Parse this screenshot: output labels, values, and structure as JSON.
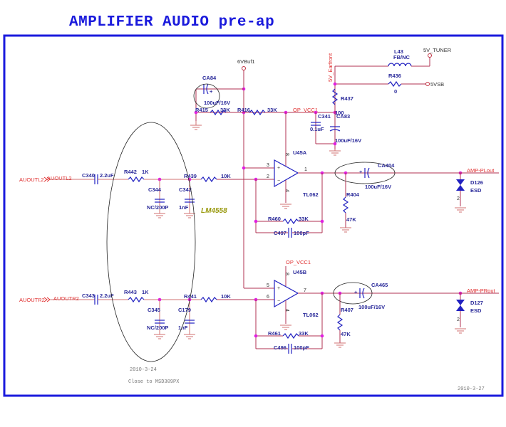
{
  "title": "AMPLIFIER AUDIO pre-ap",
  "power": {
    "v6": "6VBuf1",
    "v5tuner": "5V_TUNER",
    "v5sb": "5VSB",
    "v5earfront": "5V_Earfront",
    "opvcc": "OP_VCC1",
    "opvcc_b": "OP_VCC1"
  },
  "inputs": {
    "left_port": "AUOUTL2",
    "left_net": "AUOUTL2",
    "right_port": "AUOUTR2",
    "right_net": "AUOUTR2"
  },
  "outputs": {
    "left": "AMP-PLout",
    "right": "AMP-PRout"
  },
  "components": {
    "CA84": {
      "ref": "CA84",
      "value": "100uF/16V"
    },
    "R415": {
      "ref": "R415",
      "value": "33K"
    },
    "R416": {
      "ref": "R416",
      "value": "33K"
    },
    "L43": {
      "ref": "L43",
      "value": "FB/NC"
    },
    "R436": {
      "ref": "R436",
      "value": "0"
    },
    "R437": {
      "ref": "R437",
      "value": "100"
    },
    "C341": {
      "ref": "C341",
      "value": "0.1uF"
    },
    "CA83": {
      "ref": "CA83",
      "value": "100uF/16V"
    },
    "C340": {
      "ref": "C340",
      "value": "2.2uF"
    },
    "R442": {
      "ref": "R442",
      "value": "1K"
    },
    "C344": {
      "ref": "C344",
      "value": "NC/200P"
    },
    "R439": {
      "ref": "R439",
      "value": "10K"
    },
    "C342": {
      "ref": "C342",
      "value": "1nF"
    },
    "U45A": {
      "ref": "U45A",
      "value": "TL062"
    },
    "R460": {
      "ref": "R460",
      "value": "33K"
    },
    "C497": {
      "ref": "C497",
      "value": "100pF"
    },
    "CA404": {
      "ref": "CA404",
      "value": "100uF/16V"
    },
    "R404": {
      "ref": "R404",
      "value": "47K"
    },
    "D126": {
      "ref": "D126",
      "value": "ESD"
    },
    "C343": {
      "ref": "C343",
      "value": "2.2uF"
    },
    "R443": {
      "ref": "R443",
      "value": "1K"
    },
    "C345": {
      "ref": "C345",
      "value": "NC/200P"
    },
    "R441": {
      "ref": "R441",
      "value": "10K"
    },
    "C179": {
      "ref": "C179",
      "value": "1nF"
    },
    "U45B": {
      "ref": "U45B",
      "value": "TL062"
    },
    "R461": {
      "ref": "R461",
      "value": "33K"
    },
    "C496": {
      "ref": "C496",
      "value": "100pF"
    },
    "CA465": {
      "ref": "CA465",
      "value": "100uF/16V"
    },
    "R407": {
      "ref": "R407",
      "value": "47K"
    },
    "D127": {
      "ref": "D127",
      "value": "ESD"
    }
  },
  "pins": {
    "a_plus": "3",
    "a_minus": "2",
    "a_out": "1",
    "a_vcc": "8",
    "a_gnd": "4",
    "b_plus": "5",
    "b_minus": "6",
    "b_out": "7",
    "b_vcc": "8",
    "b_gnd": "4",
    "d_pin": "2"
  },
  "annotation": "LM4558",
  "notes": {
    "date1": "2010-3-24",
    "close_to": "Close to MSD309PX",
    "date2": "2010-3-27"
  }
}
